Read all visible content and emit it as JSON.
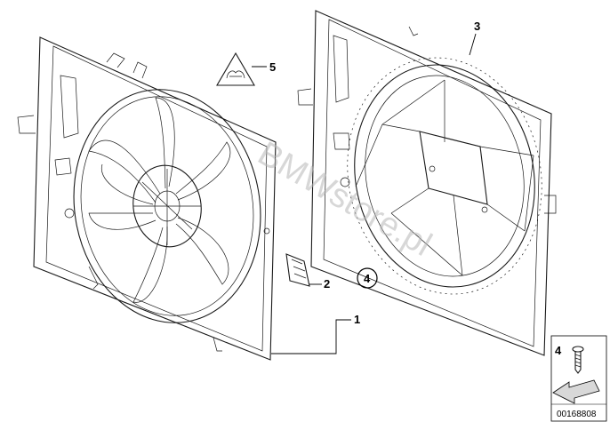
{
  "callouts": {
    "c1": "1",
    "c2": "2",
    "c3": "3",
    "c4_circle": "4",
    "c4_legend": "4",
    "c5": "5"
  },
  "diagram_number": "00168808",
  "watermark": "BMWstore.pl",
  "icons": {
    "warning": "warning-triangle-icon",
    "screw": "screw-icon",
    "arrow": "arrow-icon"
  },
  "colors": {
    "line": "#1a1a1a",
    "watermark": "#b8b8b8",
    "background": "#ffffff"
  }
}
